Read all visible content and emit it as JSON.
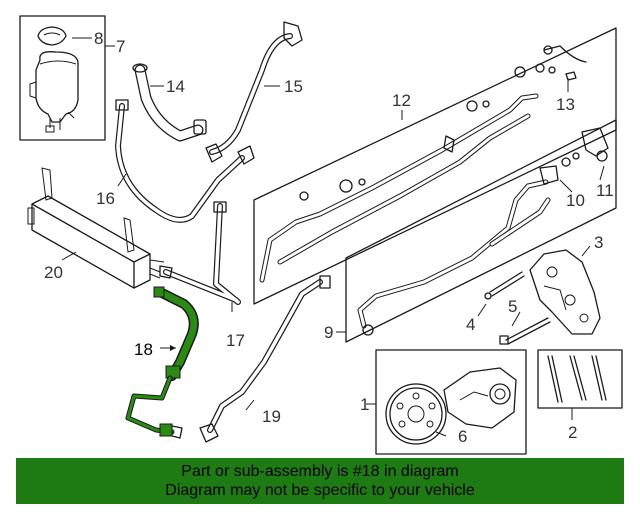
{
  "diagram": {
    "callouts": {
      "c1": "1",
      "c2": "2",
      "c3": "3",
      "c4": "4",
      "c5": "5",
      "c6": "6",
      "c7": "7",
      "c8": "8",
      "c9": "9",
      "c10": "10",
      "c11": "11",
      "c12": "12",
      "c13": "13",
      "c14": "14",
      "c15": "15",
      "c16": "16",
      "c17": "17",
      "c18": "18",
      "c19": "19",
      "c20": "20"
    },
    "highlighted_part": "18",
    "colors": {
      "highlight": "#2a8a14",
      "banner": "#1e7a12",
      "line": "#1a1a1a"
    }
  },
  "banner": {
    "line1": "Part or sub-assembly is #18 in diagram",
    "line2": "Diagram may not be specific to your vehicle"
  }
}
